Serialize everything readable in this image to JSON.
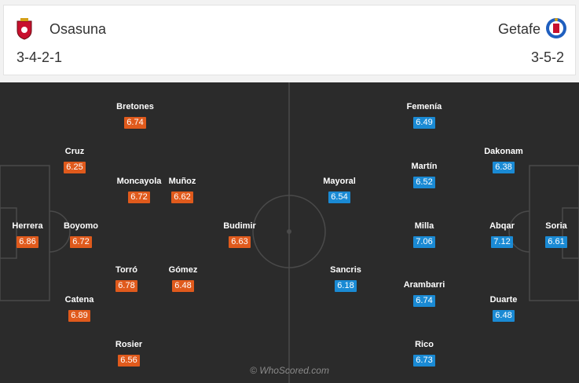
{
  "colors": {
    "home": "#e05a1c",
    "away": "#1a8ad4",
    "pitch": "#2b2b2b"
  },
  "home": {
    "name": "Osasuna",
    "formation": "3-4-2-1",
    "crest_icon": "osasuna-crest-icon",
    "players": [
      {
        "name": "Herrera",
        "rating": "6.86"
      },
      {
        "name": "Cruz",
        "rating": "6.25"
      },
      {
        "name": "Boyomo",
        "rating": "6.72"
      },
      {
        "name": "Catena",
        "rating": "6.89"
      },
      {
        "name": "Bretones",
        "rating": "6.74"
      },
      {
        "name": "Moncayola",
        "rating": "6.72"
      },
      {
        "name": "Torró",
        "rating": "6.78"
      },
      {
        "name": "Rosier",
        "rating": "6.56"
      },
      {
        "name": "Muñoz",
        "rating": "6.62"
      },
      {
        "name": "Gómez",
        "rating": "6.48"
      },
      {
        "name": "Budimir",
        "rating": "6.63"
      }
    ]
  },
  "away": {
    "name": "Getafe",
    "formation": "3-5-2",
    "crest_icon": "getafe-crest-icon",
    "players": [
      {
        "name": "Soria",
        "rating": "6.61"
      },
      {
        "name": "Dakonam",
        "rating": "6.38"
      },
      {
        "name": "Abqar",
        "rating": "7.12"
      },
      {
        "name": "Duarte",
        "rating": "6.48"
      },
      {
        "name": "Femenía",
        "rating": "6.49"
      },
      {
        "name": "Martín",
        "rating": "6.52"
      },
      {
        "name": "Milla",
        "rating": "7.06"
      },
      {
        "name": "Arambarri",
        "rating": "6.74"
      },
      {
        "name": "Rico",
        "rating": "6.73"
      },
      {
        "name": "Mayoral",
        "rating": "6.54"
      },
      {
        "name": "Sancris",
        "rating": "6.18"
      }
    ]
  },
  "watermark": "© WhoScored.com"
}
